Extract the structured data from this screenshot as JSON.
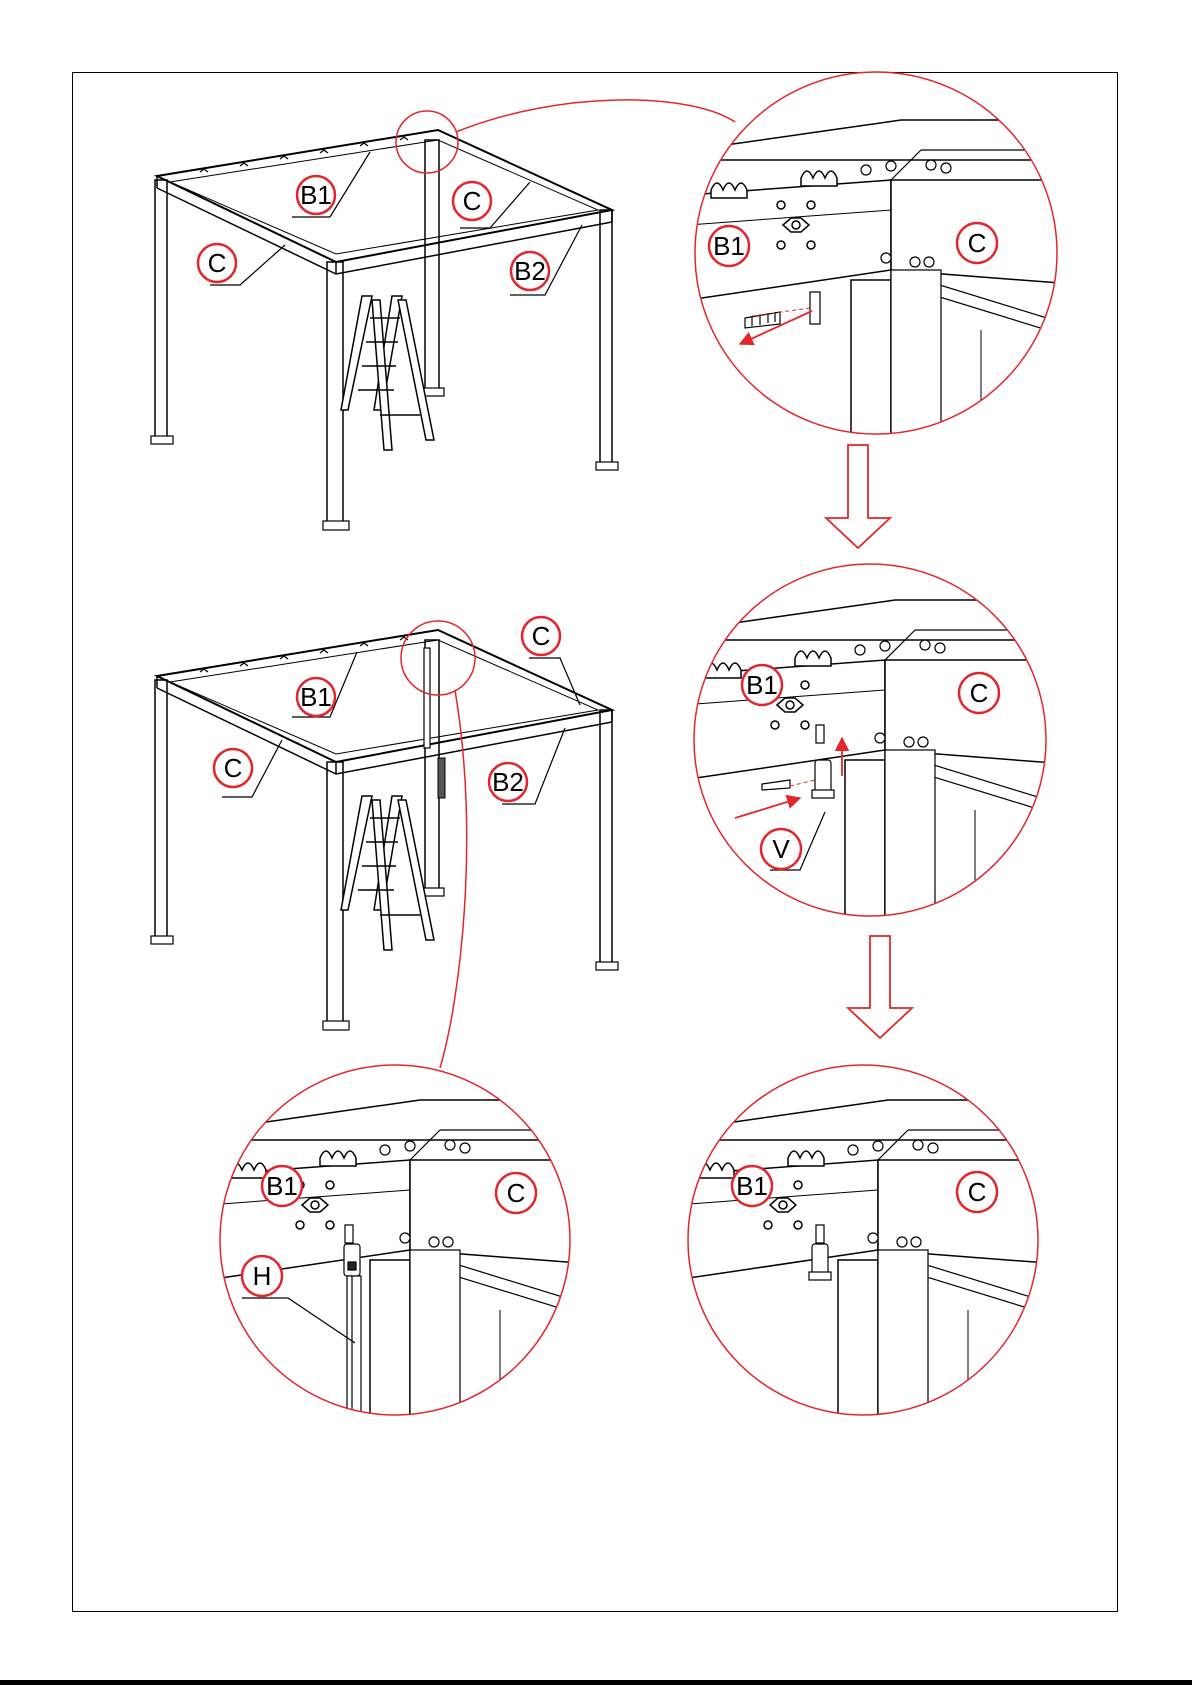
{
  "colors": {
    "accent": "#e3262b",
    "ink": "#000000",
    "paper": "#ffffff"
  },
  "labels": {
    "b1": "B1",
    "b2": "B2",
    "c": "C",
    "v": "V",
    "h": "H"
  }
}
